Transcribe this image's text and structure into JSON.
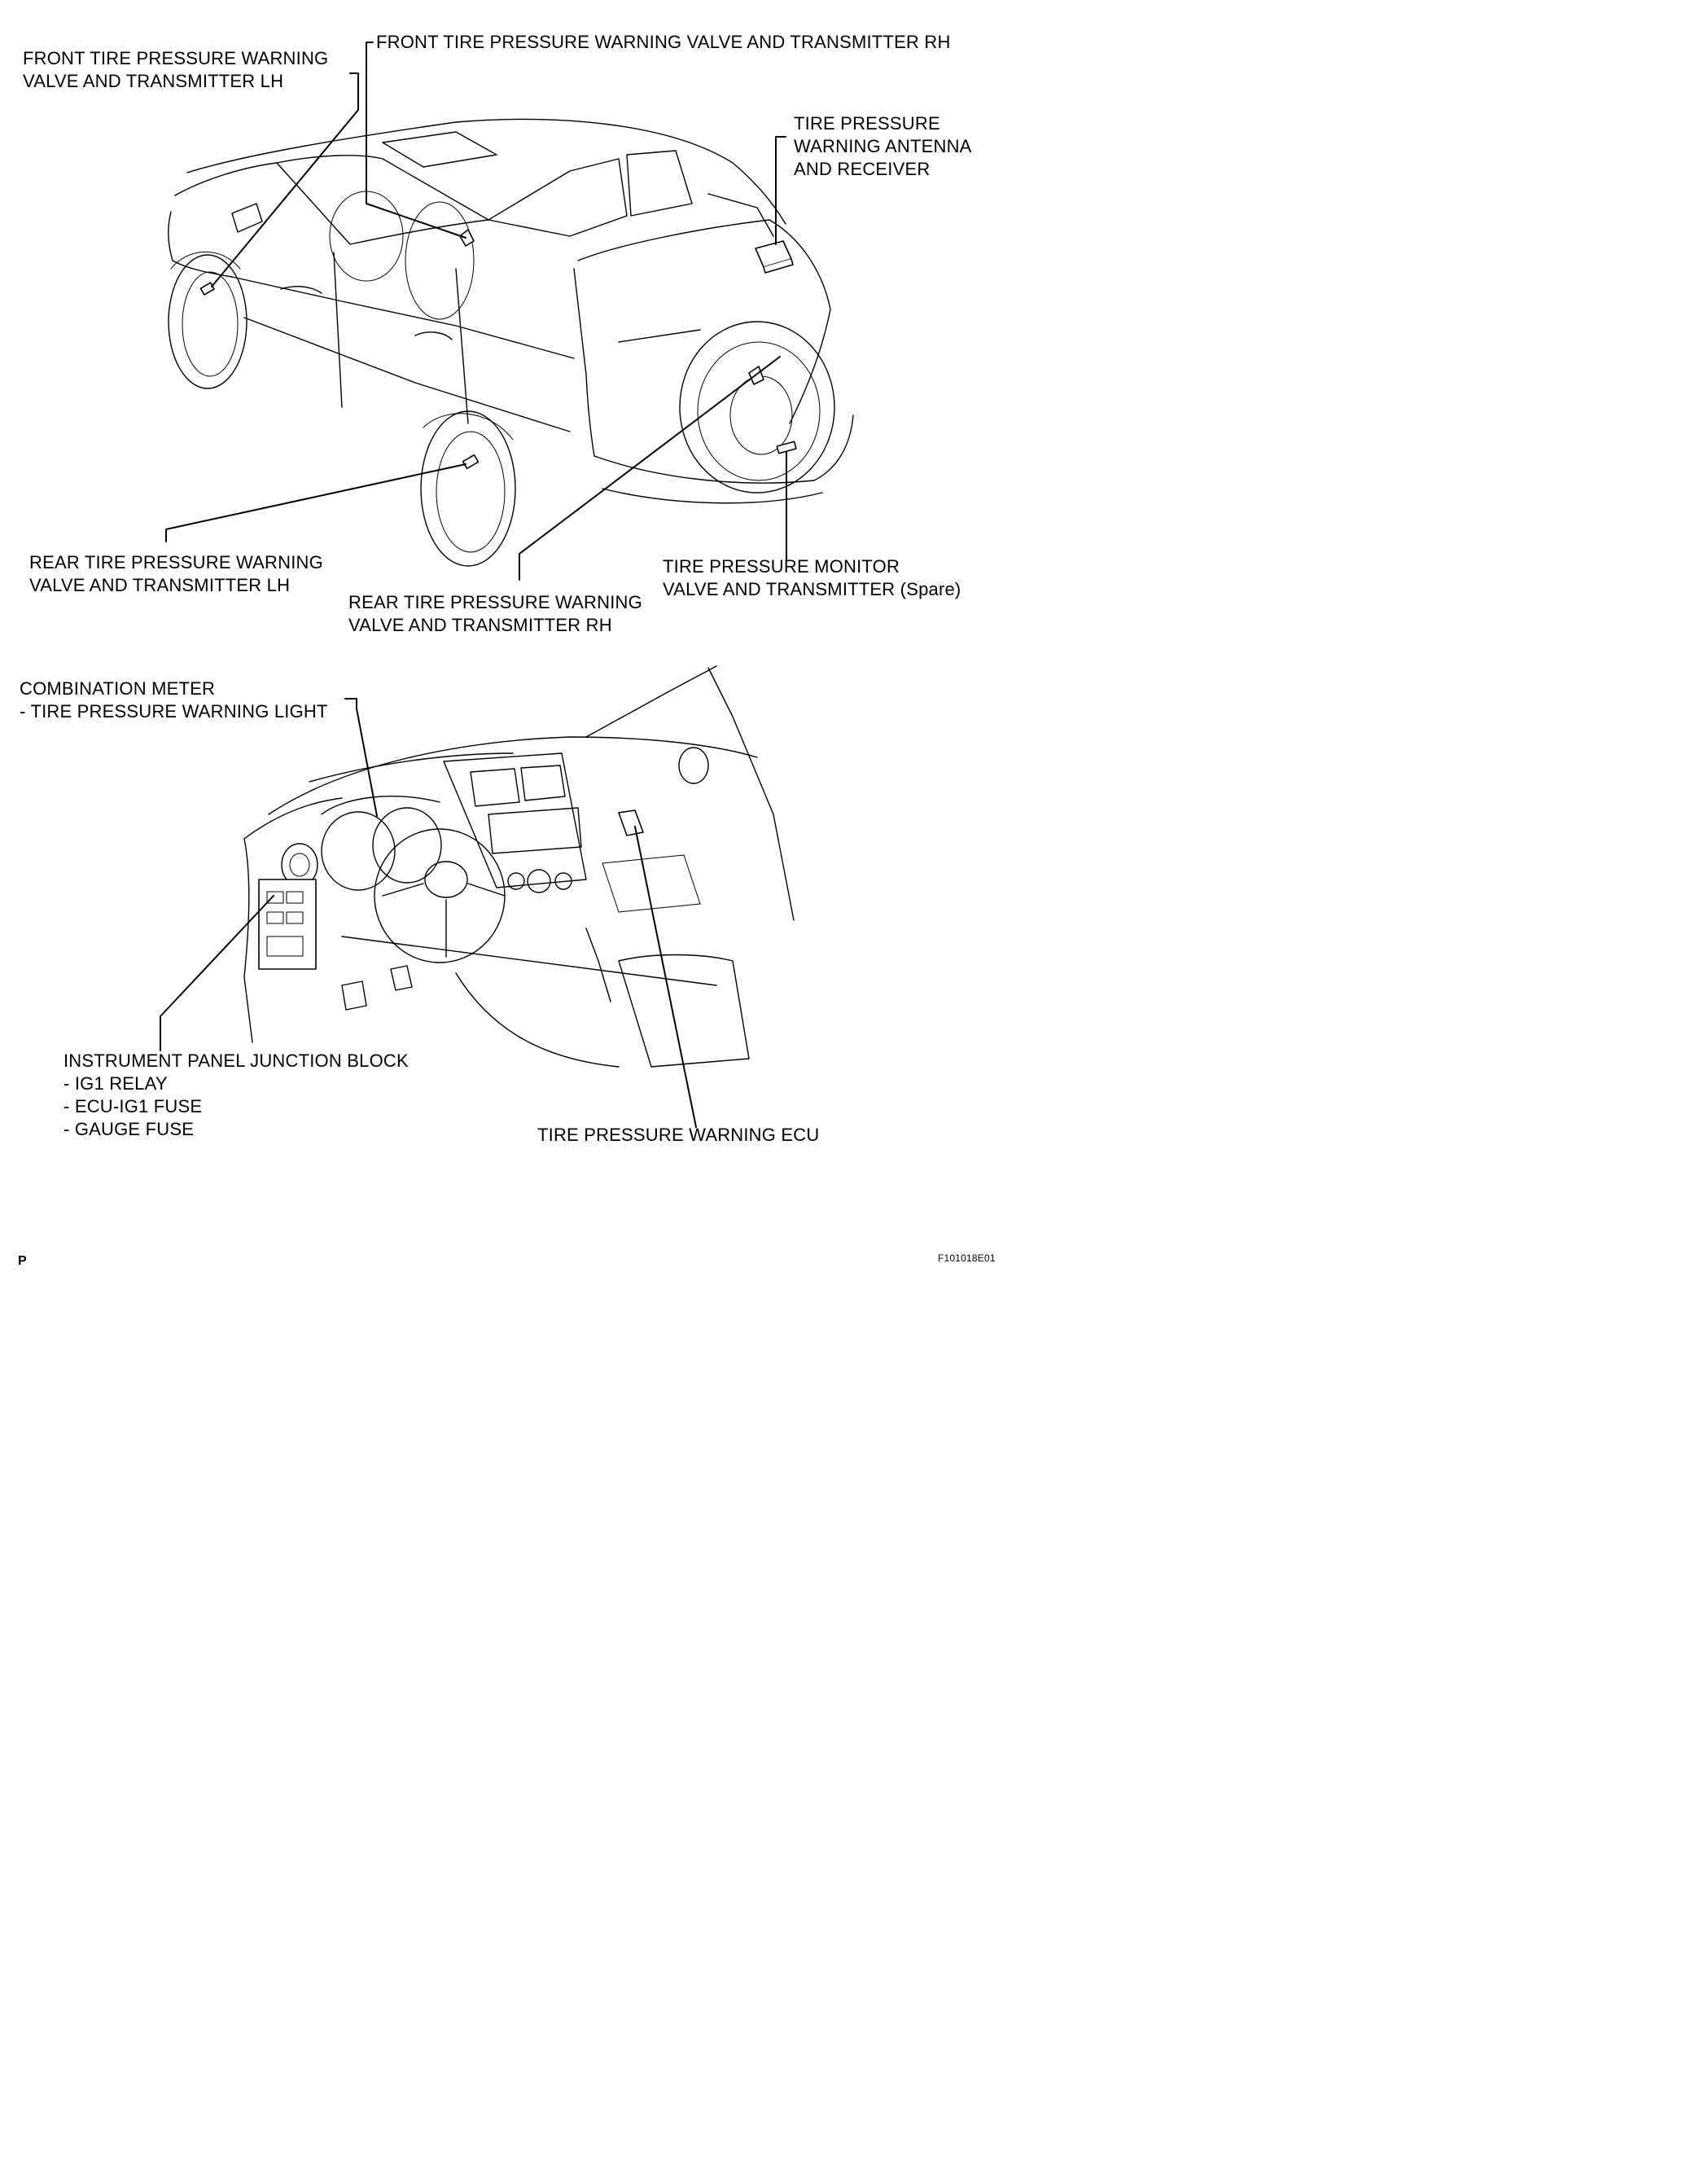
{
  "labels": {
    "front_lh": [
      "FRONT TIRE PRESSURE WARNING",
      "VALVE AND TRANSMITTER LH"
    ],
    "front_rh": [
      "FRONT TIRE PRESSURE WARNING VALVE AND TRANSMITTER RH"
    ],
    "antenna": [
      "TIRE PRESSURE",
      "WARNING ANTENNA",
      "AND RECEIVER"
    ],
    "rear_lh": [
      "REAR TIRE PRESSURE WARNING",
      "VALVE AND TRANSMITTER LH"
    ],
    "rear_rh": [
      "REAR TIRE PRESSURE WARNING",
      "VALVE AND TRANSMITTER RH"
    ],
    "spare": [
      "TIRE PRESSURE MONITOR",
      "VALVE AND TRANSMITTER (Spare)"
    ],
    "meter": [
      "COMBINATION METER",
      "- TIRE PRESSURE WARNING LIGHT"
    ],
    "junction": [
      "INSTRUMENT PANEL JUNCTION BLOCK",
      "- IG1 RELAY",
      "- ECU-IG1 FUSE",
      "- GAUGE FUSE"
    ],
    "ecu": [
      "TIRE PRESSURE WARNING ECU"
    ]
  },
  "footer": {
    "left_mark": "P",
    "figure_code": "F101018E01"
  }
}
